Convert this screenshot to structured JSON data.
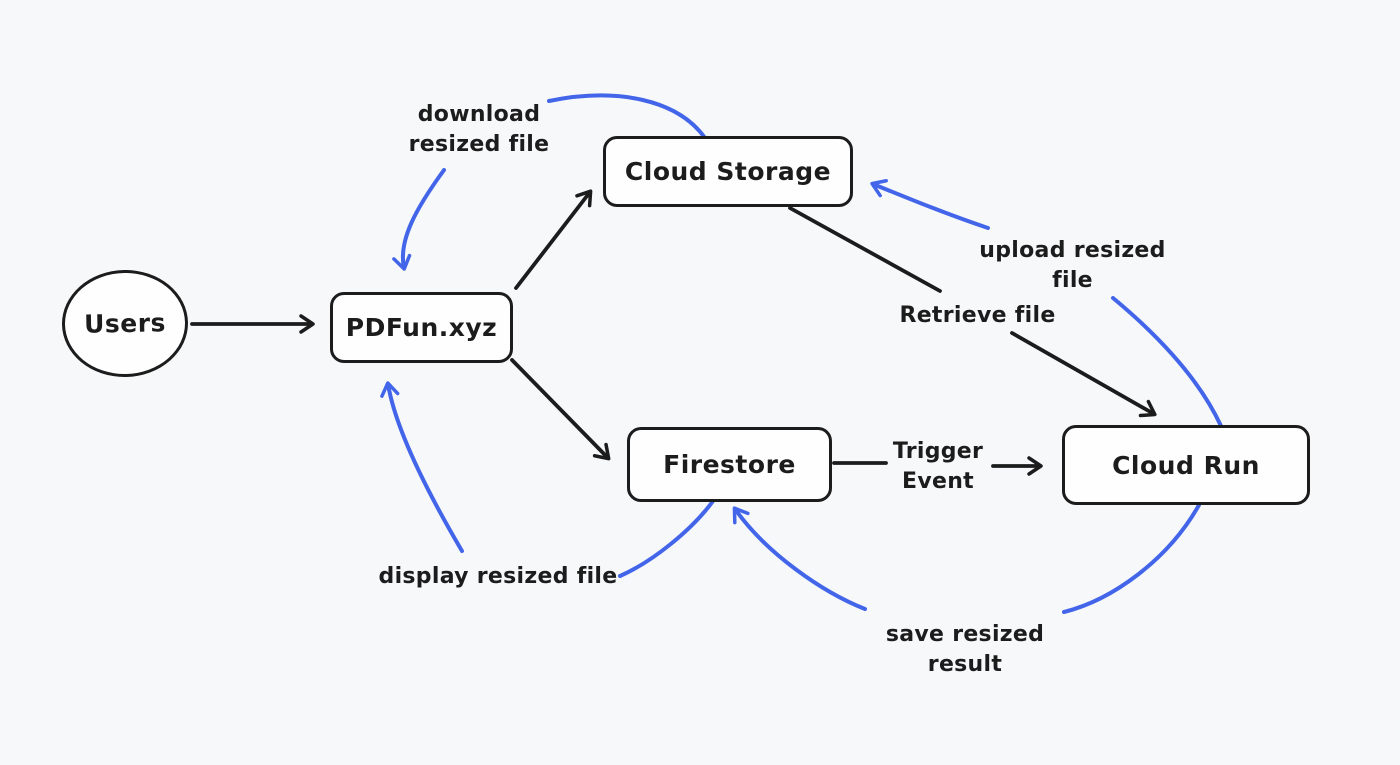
{
  "diagram": {
    "colors": {
      "background": "#f7f8fa",
      "ink": "#1c1c1c",
      "accent": "#4265e9",
      "node_fill": "#fefefe"
    },
    "nodes": {
      "users": {
        "label": "Users"
      },
      "pdfun": {
        "label": "PDFun.xyz"
      },
      "cloud_storage": {
        "label": "Cloud Storage"
      },
      "firestore": {
        "label": "Firestore"
      },
      "cloud_run": {
        "label": "Cloud Run"
      }
    },
    "edges": {
      "download": {
        "label": "download\nresized file"
      },
      "upload": {
        "label": "upload resized\nfile"
      },
      "retrieve": {
        "label": "Retrieve file"
      },
      "trigger": {
        "label": "Trigger\nEvent"
      },
      "display": {
        "label": "display resized file"
      },
      "save": {
        "label": "save resized result"
      }
    }
  }
}
